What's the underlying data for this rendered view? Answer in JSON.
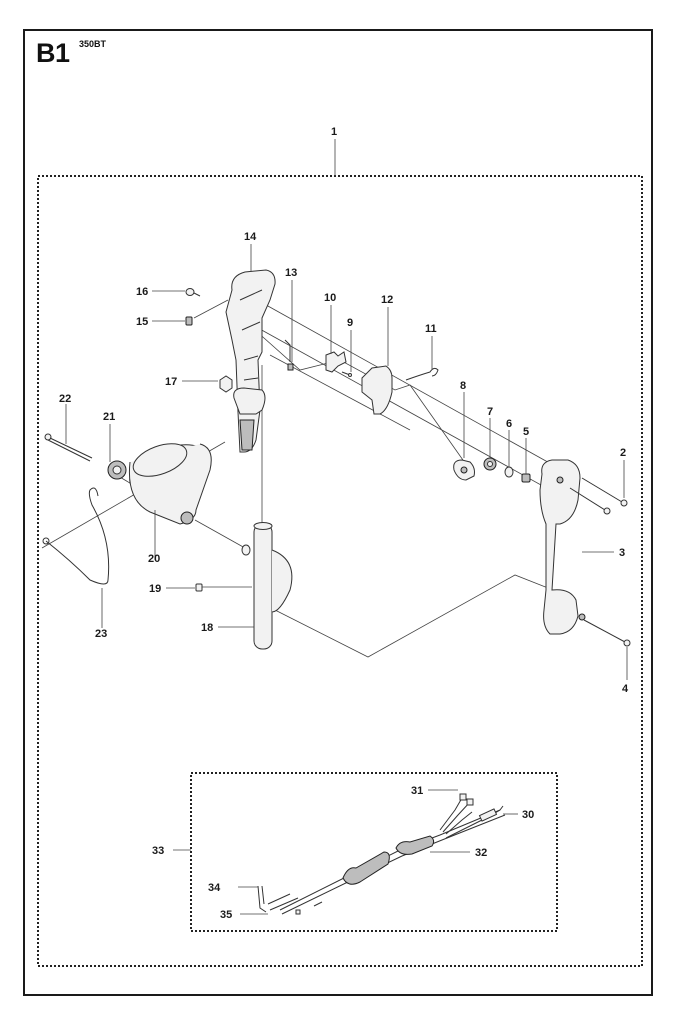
{
  "header": {
    "section": "B1",
    "model": "350BT"
  },
  "callouts": {
    "c1": "1",
    "c2": "2",
    "c3": "3",
    "c4": "4",
    "c5": "5",
    "c6": "6",
    "c7": "7",
    "c8": "8",
    "c9": "9",
    "c10": "10",
    "c11": "11",
    "c12": "12",
    "c13": "13",
    "c14": "14",
    "c15": "15",
    "c16": "16",
    "c17": "17",
    "c18": "18",
    "c19": "19",
    "c20": "20",
    "c21": "21",
    "c22": "22",
    "c23": "23",
    "c30": "30",
    "c31": "31",
    "c32": "32",
    "c33": "33",
    "c34": "34",
    "c35": "35"
  },
  "groups": {
    "handle_assembly": "1",
    "wiring_harness": "33"
  },
  "colors": {
    "line": "#333333",
    "frame": "#1a1a1a",
    "part_fill": "#f2f2f2",
    "part_shade": "#bdbdbd"
  }
}
